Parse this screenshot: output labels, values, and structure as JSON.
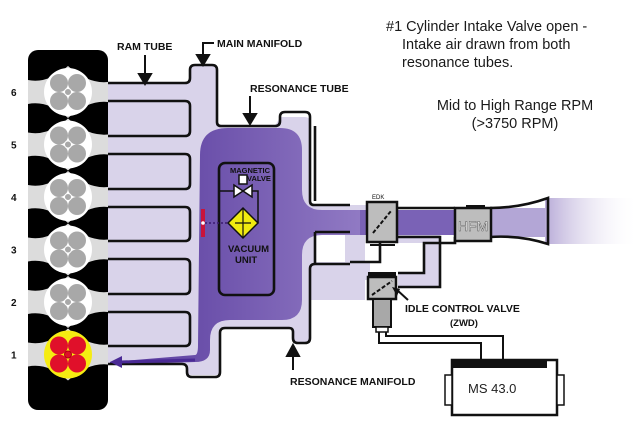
{
  "description": {
    "line1": "#1 Cylinder Intake Valve open -",
    "line2": "Intake air drawn from both",
    "line3": "resonance tubes.",
    "rpm_line1": "Mid to High Range RPM",
    "rpm_line2": "(>3750 RPM)"
  },
  "labels": {
    "ram_tube": "RAM TUBE",
    "main_manifold": "MAIN MANIFOLD",
    "resonance_tube": "RESONANCE TUBE",
    "magnetic": "MAGNETIC",
    "valve": "VALVE",
    "vacuum": "VACUUM",
    "unit": "UNIT",
    "edk": "EDK",
    "hfm": "HFM",
    "idle_control_valve": "IDLE CONTROL VALVE",
    "zwd": "(ZWD)",
    "resonance_manifold": "RESONANCE MANIFOLD",
    "ecu": "MS 43.0"
  },
  "cylinders": [
    {
      "number": "6",
      "active": false
    },
    {
      "number": "5",
      "active": false
    },
    {
      "number": "4",
      "active": false
    },
    {
      "number": "3",
      "active": false
    },
    {
      "number": "2",
      "active": false
    },
    {
      "number": "1",
      "active": true
    }
  ],
  "colors": {
    "manifold_fill": "#d9d3ea",
    "airflow": "#5a3a9e",
    "active_cylinder_valve": "#e0102a",
    "active_cylinder_ring": "#f5ec12",
    "vacuum_unit": "#f0ea10",
    "inactive_valve": "#a8a8a8"
  }
}
